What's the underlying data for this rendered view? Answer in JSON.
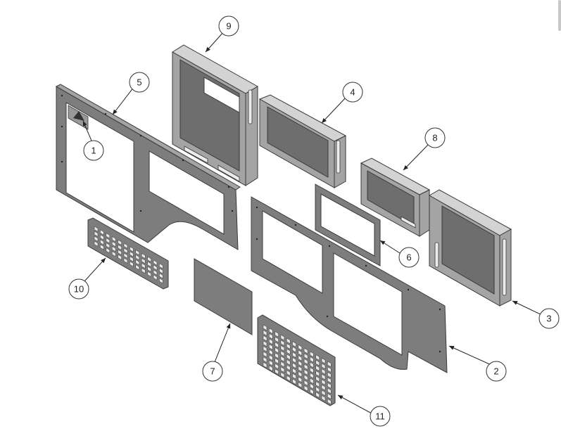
{
  "diagram": {
    "callouts": [
      {
        "id": "callout-1",
        "label": "1"
      },
      {
        "id": "callout-2",
        "label": "2"
      },
      {
        "id": "callout-3",
        "label": "3"
      },
      {
        "id": "callout-4",
        "label": "4"
      },
      {
        "id": "callout-5",
        "label": "5"
      },
      {
        "id": "callout-6",
        "label": "6"
      },
      {
        "id": "callout-7",
        "label": "7"
      },
      {
        "id": "callout-8",
        "label": "8"
      },
      {
        "id": "callout-9",
        "label": "9"
      },
      {
        "id": "callout-10",
        "label": "10"
      },
      {
        "id": "callout-11",
        "label": "11"
      }
    ]
  }
}
